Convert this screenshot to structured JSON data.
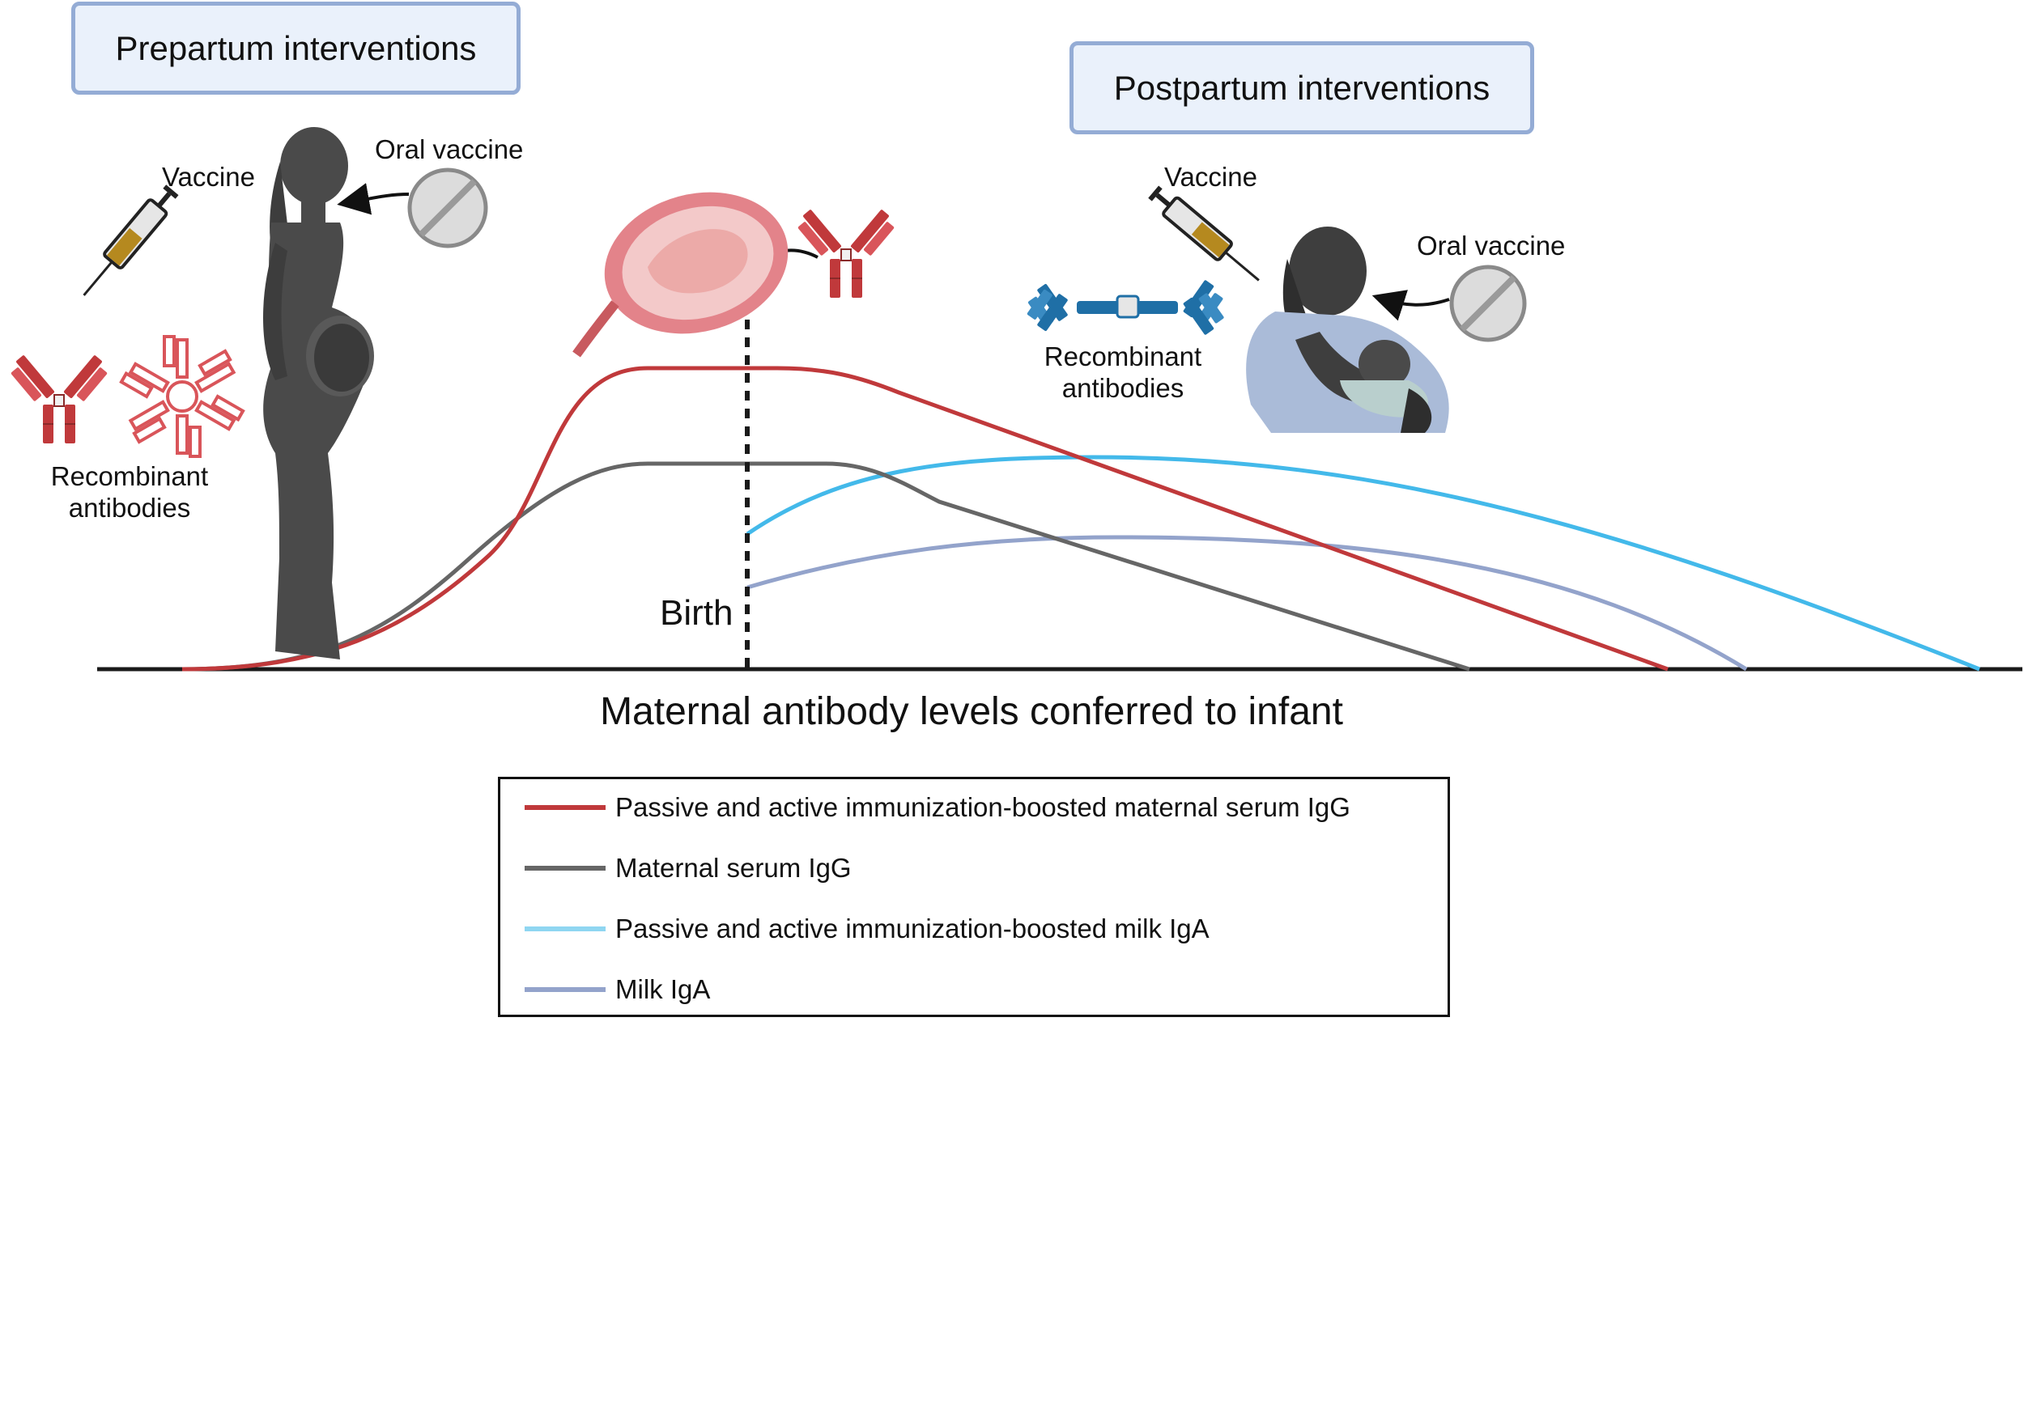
{
  "header": {
    "prepartum_title": "Prepartum interventions",
    "postpartum_title": "Postpartum interventions"
  },
  "prepartum": {
    "vaccine_label": "Vaccine",
    "oral_vaccine_label": "Oral vaccine",
    "recombinant_label_line1": "Recombinant",
    "recombinant_label_line2": "antibodies"
  },
  "postpartum": {
    "vaccine_label": "Vaccine",
    "oral_vaccine_label": "Oral vaccine",
    "recombinant_label_line1": "Recombinant",
    "recombinant_label_line2": "antibodies"
  },
  "birth_label": "Birth",
  "axis_title": "Maternal antibody levels conferred to infant",
  "legend": [
    {
      "label": "Passive and active immunization-boosted maternal serum IgG",
      "color": "#c0393b"
    },
    {
      "label": "Maternal serum IgG",
      "color": "#666666"
    },
    {
      "label": "Passive and active immunization-boosted milk IgA",
      "color": "#8fd6f1"
    },
    {
      "label": "Milk IgA",
      "color": "#93a3cb"
    }
  ],
  "colors": {
    "boosted_igg": "#c0393b",
    "serum_igg": "#666666",
    "boosted_iga": "#43b9ea",
    "milk_iga": "#93a3cb",
    "antibody_red": "#c0393b",
    "antibody_blue": "#1f6fa6",
    "silhouette": "#4a4a4a",
    "label_box_fill": "#eaf1fb",
    "label_box_border": "#94acd5"
  },
  "icons": {
    "syringe": "syringe-icon",
    "pill": "pill-icon",
    "antibody": "antibody-icon",
    "pregnant_woman": "pregnant-woman-icon",
    "uterus": "uterus-fetus-icon",
    "breastfeeding": "breastfeeding-mother-icon",
    "arrow": "curved-arrow-icon"
  }
}
